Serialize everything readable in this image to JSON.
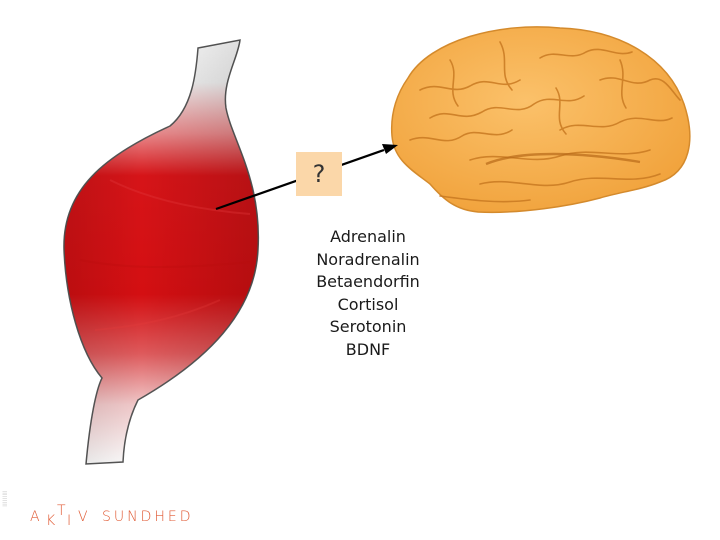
{
  "question_mark": "?",
  "hormones": [
    "Adrenalin",
    "Noradrenalin",
    "Betaendorfin",
    "Cortisol",
    "Serotonin",
    "BDNF"
  ],
  "logo": {
    "letters": [
      "A",
      "K",
      "T",
      "I",
      "V"
    ],
    "word": "SUNDHED",
    "color": "#e05a34"
  },
  "colors": {
    "muscle": "#d40f12",
    "brain": "#f8b04f",
    "question_box": "#fbd7a9"
  }
}
